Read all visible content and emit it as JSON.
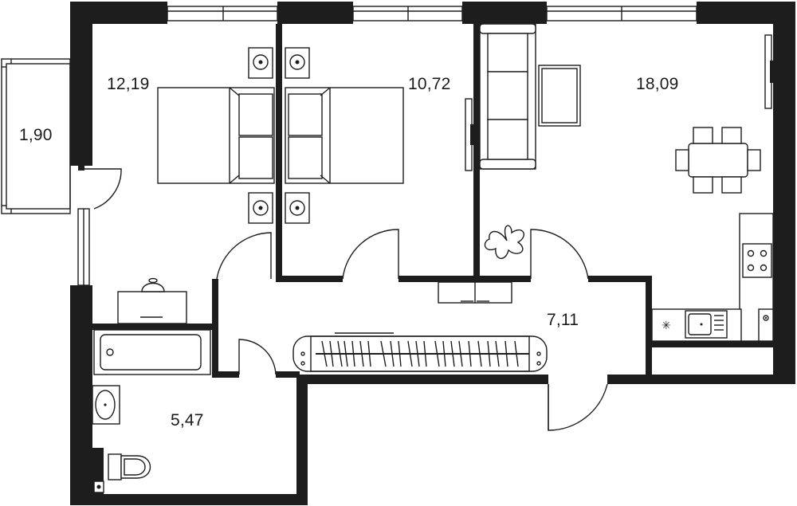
{
  "floor_plan": {
    "rooms": [
      {
        "id": "balcony",
        "area": "1,90"
      },
      {
        "id": "bedroom-1",
        "area": "12,19"
      },
      {
        "id": "bedroom-2",
        "area": "10,72"
      },
      {
        "id": "living-kitchen",
        "area": "18,09"
      },
      {
        "id": "hallway",
        "area": "7,11"
      },
      {
        "id": "bathroom",
        "area": "5,47"
      }
    ]
  }
}
